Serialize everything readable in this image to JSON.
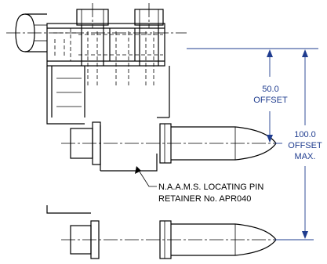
{
  "dimensions": {
    "offset_small_value": "50.0",
    "offset_small_label": "OFFSET",
    "offset_large_value": "100.0",
    "offset_large_label": "OFFSET",
    "offset_large_qualifier": "MAX."
  },
  "callout": {
    "line1": "N.A.A.M.S. LOCATING PIN",
    "line2": "RETAINER No. APR040"
  },
  "colors": {
    "dimension": "#1f3c8f",
    "line": "#000000"
  }
}
